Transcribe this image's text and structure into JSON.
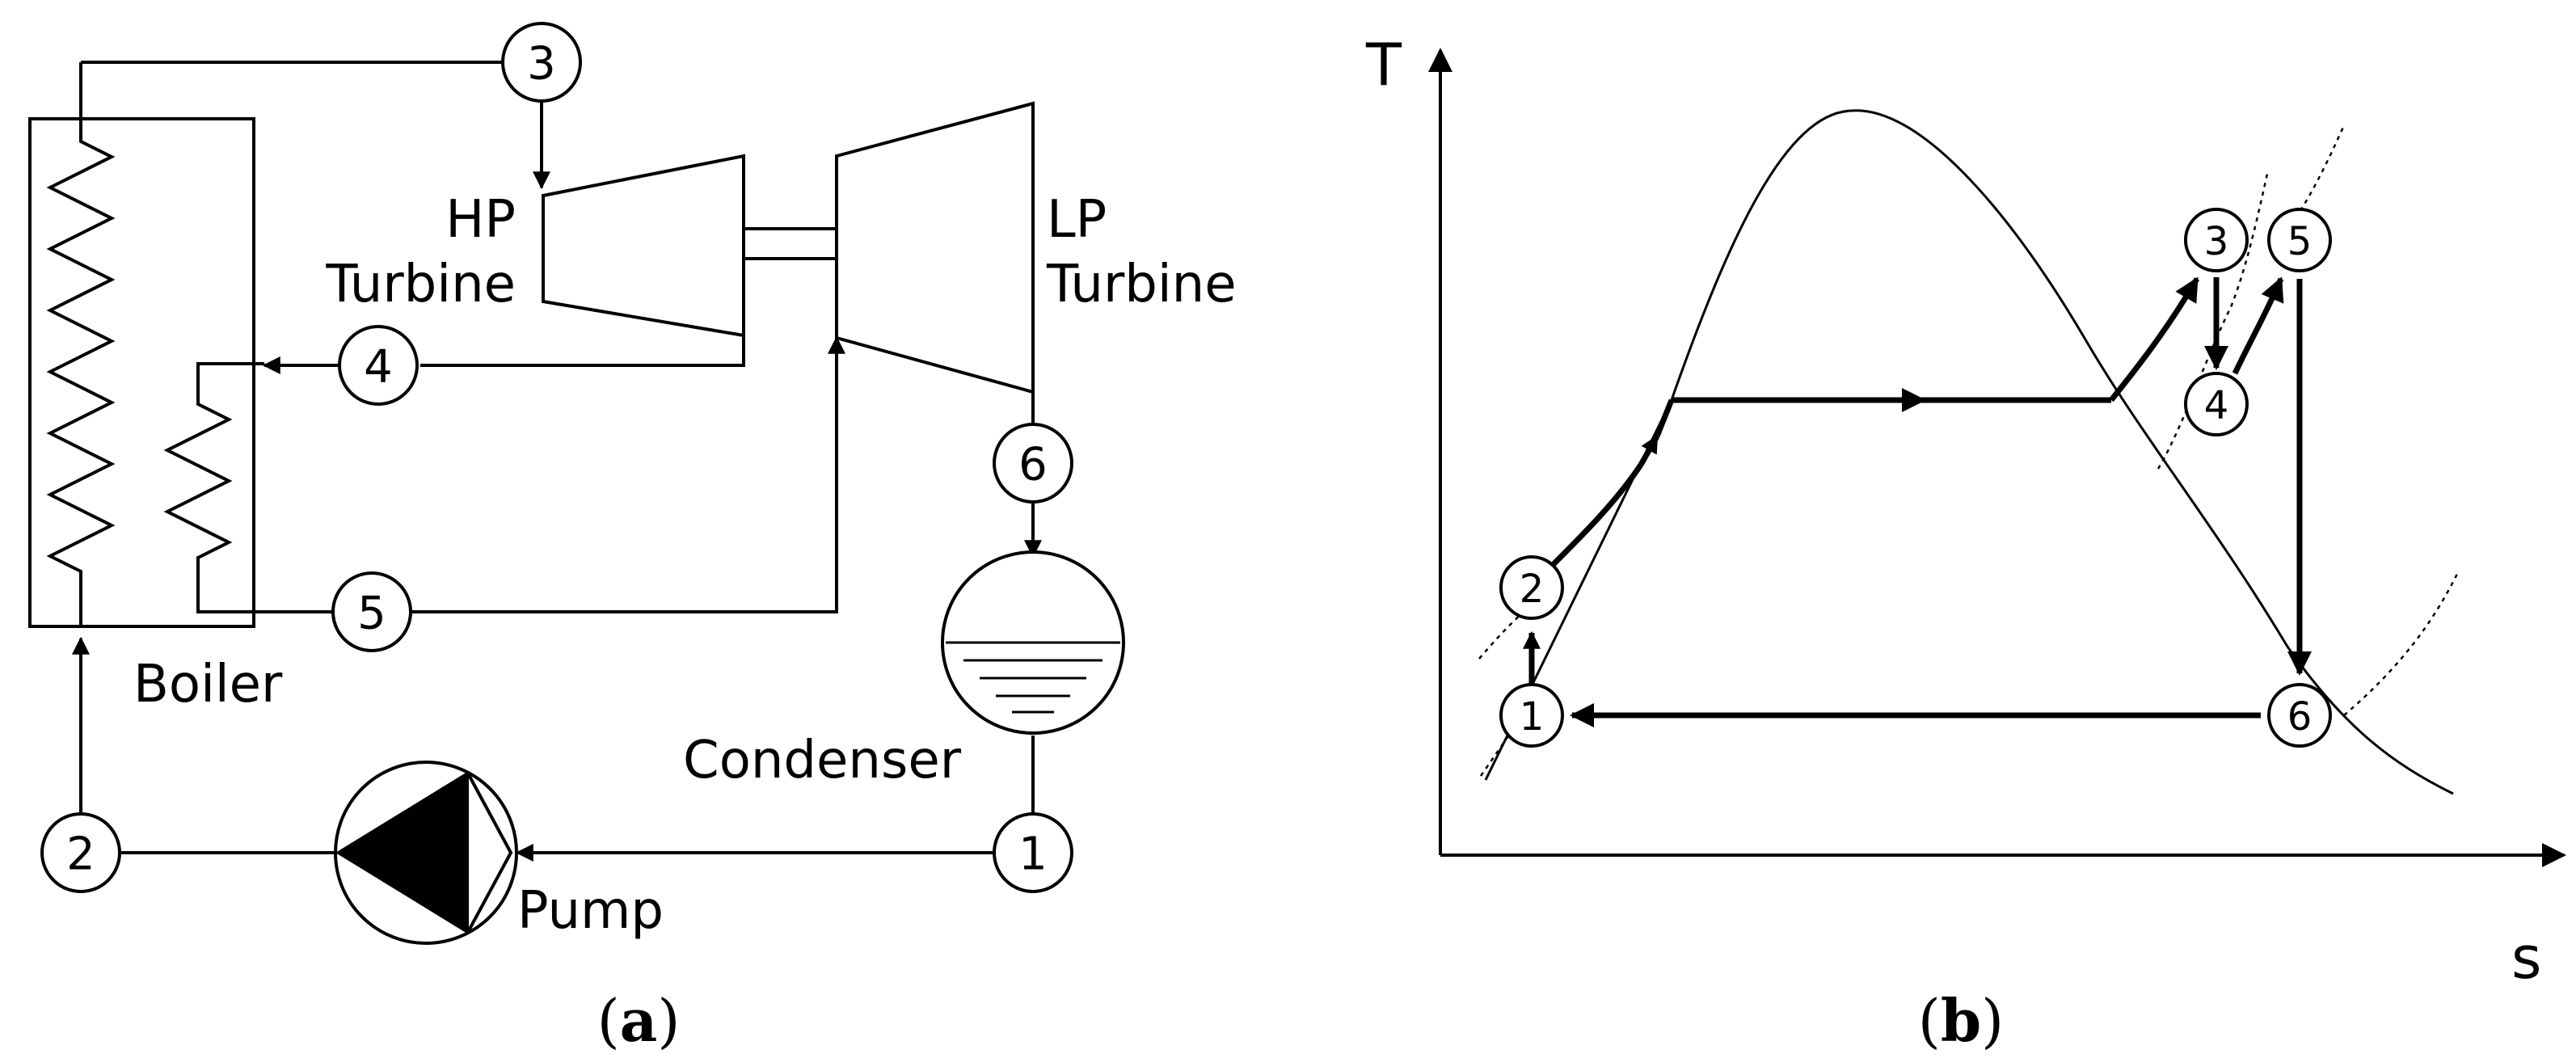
{
  "panel_a": {
    "caption_open": "(",
    "caption_letter": "a",
    "caption_close": ")",
    "components": {
      "hp_turbine": [
        "HP",
        "Turbine"
      ],
      "lp_turbine": [
        "LP",
        "Turbine"
      ],
      "boiler": "Boiler",
      "condenser": "Condenser",
      "pump": "Pump"
    },
    "states": [
      "1",
      "2",
      "3",
      "4",
      "5",
      "6"
    ]
  },
  "panel_b": {
    "caption_open": "(",
    "caption_letter": "b",
    "caption_close": ")",
    "y_axis": "T",
    "x_axis": "s",
    "states": [
      "1",
      "2",
      "3",
      "4",
      "5",
      "6"
    ]
  }
}
